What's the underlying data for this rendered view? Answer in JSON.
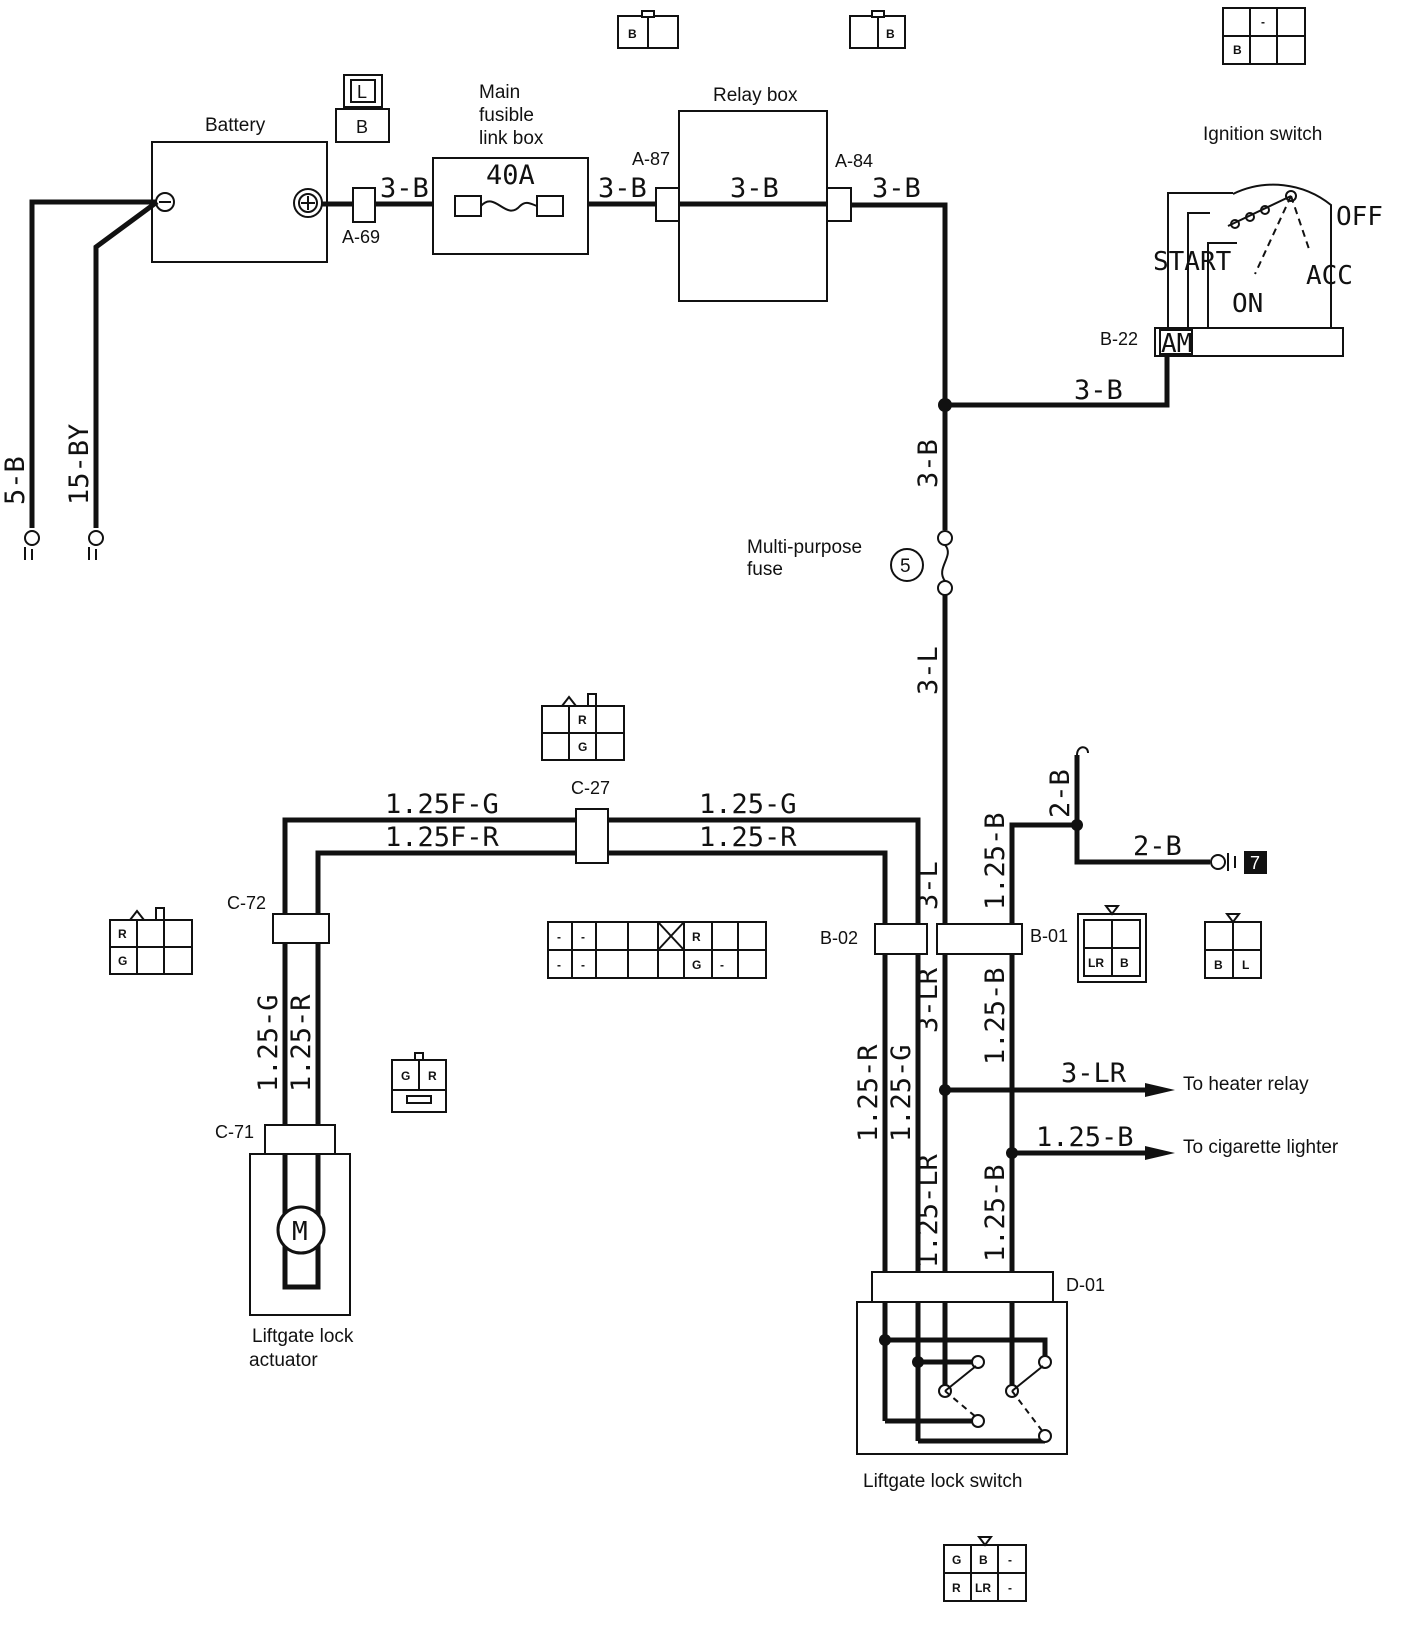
{
  "components": {
    "battery": "Battery",
    "fusible_link_box_1": "Main",
    "fusible_link_box_2": "fusible",
    "fusible_link_box_3": "link box",
    "fusible_link_rating": "40A",
    "relay_box": "Relay box",
    "ignition_switch": "Ignition switch",
    "ign_off": "OFF",
    "ign_start": "START",
    "ign_acc": "ACC",
    "ign_on": "ON",
    "ign_am": "AM",
    "mp_fuse_1": "Multi-purpose",
    "mp_fuse_2": "fuse",
    "mp_fuse_number": "5",
    "actuator_1": "Liftgate lock",
    "actuator_2": "actuator",
    "actuator_motor": "M",
    "lock_switch": "Liftgate lock switch",
    "to_heater_relay": "To heater relay",
    "to_cigarette_lighter": "To cigarette lighter",
    "ground_number": "7"
  },
  "connectors": {
    "a69": "A-69",
    "a87": "A-87",
    "a84": "A-84",
    "b22": "B-22",
    "c27": "C-27",
    "c72": "C-72",
    "c71": "C-71",
    "b02": "B-02",
    "b01": "B-01",
    "d01": "D-01"
  },
  "wires": {
    "gnd_5b": "5-B",
    "gnd_15by": "15-BY",
    "batt_to_fuse": "3-B",
    "fuse_to_relay": "3-B",
    "relay_inner": "3-B",
    "relay_out": "3-B",
    "to_ignition": "3-B",
    "to_mp_fuse": "3-B",
    "fuse_out": "3-L",
    "b02_3l": "3-L",
    "ground_2b_vertical": "2-B",
    "ground_2b": "2-B",
    "b01_in": "1.25-B",
    "c27_g_left": "1.25F-G",
    "c27_r_left": "1.25F-R",
    "c27_g_right": "1.25-G",
    "c27_r_right": "1.25-R",
    "act_g": "1.25-G",
    "act_r": "1.25-R",
    "b01_3lr": "3-LR",
    "b01_125b": "1.25-B",
    "heater_3lr": "3-LR",
    "lighter_125b": "1.25-B",
    "sw_r": "1.25-R",
    "sw_g": "1.25-G",
    "sw_lr": "1.25-LR",
    "sw_b": "1.25-B"
  },
  "connector_cells": {
    "battery_l": "L",
    "battery_b": "B",
    "top1_b": "B",
    "top2_b": "B",
    "top3_dash": "-",
    "top3_b": "B",
    "c27_r": "R",
    "c27_g": "G",
    "c72_r": "R",
    "c72_g": "G",
    "mid_dash1": "-",
    "mid_dash2": "-",
    "mid_dash3": "-",
    "mid_dash4": "-",
    "mid_r": "R",
    "mid_g": "G",
    "mid_dash5": "-",
    "c71_g": "G",
    "c71_r": "R",
    "b01_lr": "LR",
    "b01_b": "B",
    "b01b_b": "B",
    "b01b_l": "L",
    "bot_g": "G",
    "bot_b": "B",
    "bot_dash1": "-",
    "bot_r": "R",
    "bot_lr": "LR",
    "bot_dash2": "-"
  }
}
